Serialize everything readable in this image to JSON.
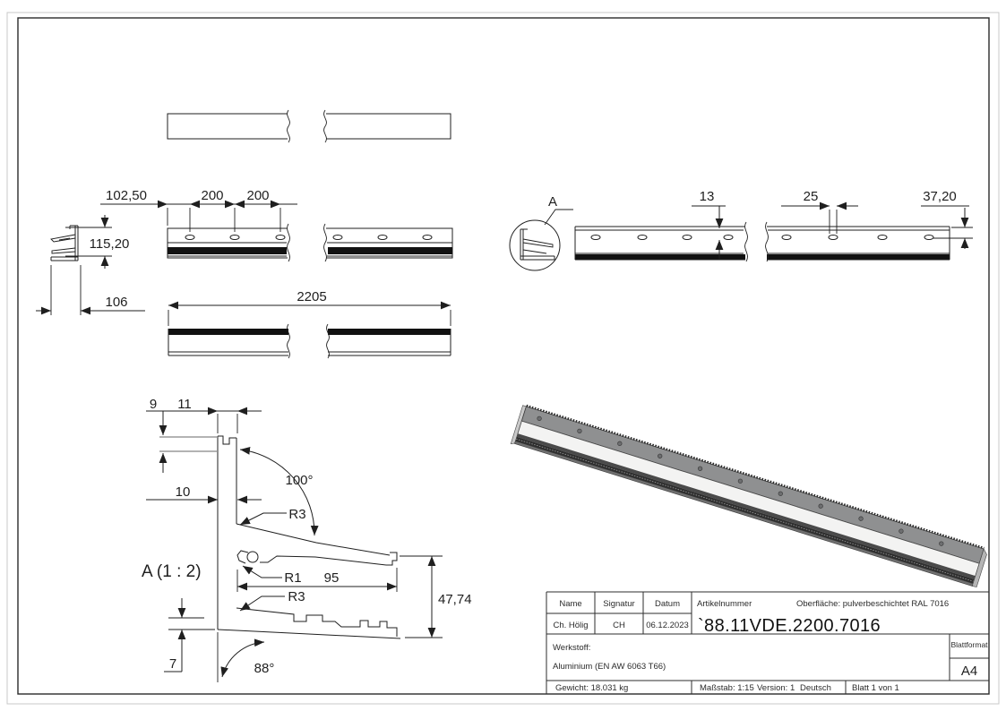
{
  "drawing": {
    "detail_circle_label": "A",
    "detail_view_label": "A (1 : 2)",
    "dims": {
      "offset_left": "102,50",
      "pitch_a": "200",
      "pitch_b": "200",
      "height": "115,20",
      "depth": "106",
      "total_length": "2205",
      "slot_edge": "13",
      "slot_length": "25",
      "hole_end": "37,20",
      "lip_offset": "9",
      "wall_top": "11",
      "wall_bottom": "10",
      "angle_upper": "100°",
      "radius_upper": "R3",
      "radius_mid": "R1",
      "arm_length": "95",
      "radius_lower": "R3",
      "arm_height": "47,74",
      "base_thickness": "7",
      "angle_base": "88°"
    },
    "colors": {
      "line": "#1f1f1f",
      "phantom": "#9a9a9a",
      "render_top": "#8f9091",
      "render_face": "#f3f3f2",
      "render_dark": "#2e2e2e"
    }
  },
  "title_block": {
    "name_label": "Name",
    "signature_label": "Signatur",
    "date_label": "Datum",
    "name": "Ch. Hölig",
    "signature": "CH",
    "date": "06.12.2023",
    "article_label": "Artikelnummer",
    "surface": "Oberfläche:  pulverbeschichtet RAL 7016",
    "article_number": "`88.11VDE.2200.7016",
    "material_label": "Werkstoff:",
    "material": "Aluminium (EN AW 6063 T66)",
    "sheet_format_label": "Blattformat",
    "sheet_format": "A4",
    "weight": "Gewicht: 18.031 kg",
    "scale": "Maßstab: 1:15",
    "version": "Version: 1",
    "language": "Deutsch",
    "sheet_number": "Blatt 1 von 1"
  }
}
